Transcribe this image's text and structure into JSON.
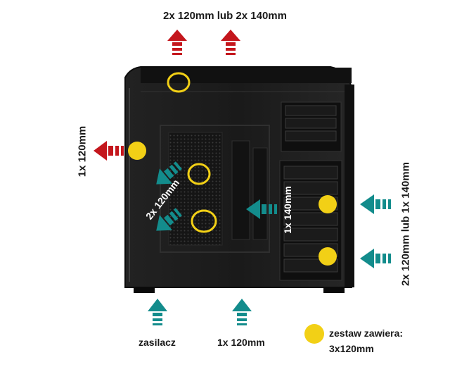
{
  "labels": {
    "top": "2x 120mm lub 2x 140mm",
    "left": "1x 120mm",
    "inner_fans": "2x 120mm",
    "middle": "1x 140mm",
    "right": "2x 120mm lub 1x 140mm",
    "bottom_left": "zasilacz",
    "bottom_right": "1x 120mm"
  },
  "legend": {
    "line1": "zestaw zawiera:",
    "line2": "3x120mm"
  },
  "colors": {
    "exhaust_arrow": "#c4161c",
    "intake_arrow": "#138c8c",
    "included_fan": "#f2d016",
    "case_body": "#1c1c1c"
  },
  "icons": {
    "exhaust": "red-arrow-icon",
    "intake": "teal-arrow-icon",
    "fan_included": "yellow-dot-icon",
    "fan_slot": "yellow-ring-icon"
  }
}
